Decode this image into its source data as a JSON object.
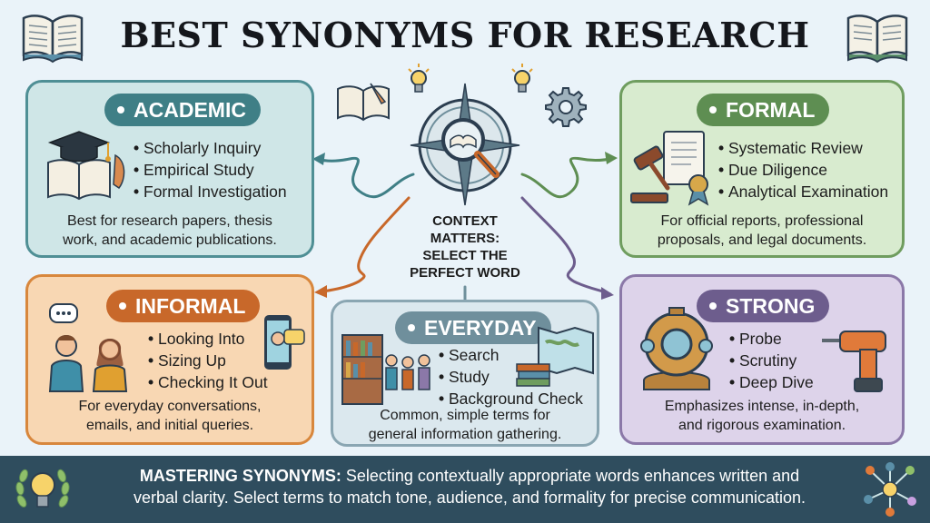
{
  "title": "BEST SYNONYMS FOR RESEARCH",
  "center": {
    "line1": "CONTEXT",
    "line2": "MATTERS:",
    "line3": "SELECT THE",
    "line4": "PERFECT WORD"
  },
  "categories": {
    "academic": {
      "label": "ACADEMIC",
      "color": "#3f7f86",
      "items": [
        "Scholarly Inquiry",
        "Empirical Study",
        "Formal Investigation"
      ],
      "desc1": "Best for research papers, thesis",
      "desc2": "work, and academic publications."
    },
    "formal": {
      "label": "FORMAL",
      "color": "#5e8e52",
      "items": [
        "Systematic Review",
        "Due Diligence",
        "Analytical Examination"
      ],
      "desc1": "For official reports, professional",
      "desc2": "proposals, and legal documents."
    },
    "informal": {
      "label": "INFORMAL",
      "color": "#c8682a",
      "items": [
        "Looking Into",
        "Sizing Up",
        "Checking It Out"
      ],
      "desc1": "For everyday conversations,",
      "desc2": "emails, and initial queries."
    },
    "everyday": {
      "label": "EVERYDAY",
      "color": "#6f8f9c",
      "items": [
        "Search",
        "Study",
        "Background Check"
      ],
      "desc1": "Common, simple terms for",
      "desc2": "general information gathering."
    },
    "strong": {
      "label": "STRONG",
      "color": "#6d5d8d",
      "items": [
        "Probe",
        "Scrutiny",
        "Deep Dive"
      ],
      "desc1": "Emphasizes intense, in-depth,",
      "desc2": "and rigorous examination."
    }
  },
  "footer": {
    "heading": "MASTERING SYNONYMS:",
    "text1": " Selecting contextually appropriate words enhances written and",
    "text2": "verbal clarity. Select terms to match tone, audience, and formality for precise communication."
  },
  "icons": {
    "top_left": "open-book-icon",
    "top_right": "open-book-icon",
    "center": "compass-magnifier-icon",
    "academic": "graduation-cap-book-icon",
    "formal": "gavel-document-icon",
    "informal": "people-chat-icon",
    "everyday": "library-people-icon",
    "strong": "diving-helmet-drill-icon",
    "footer_left": "lightbulb-laurel-icon",
    "footer_right": "network-nodes-icon"
  }
}
